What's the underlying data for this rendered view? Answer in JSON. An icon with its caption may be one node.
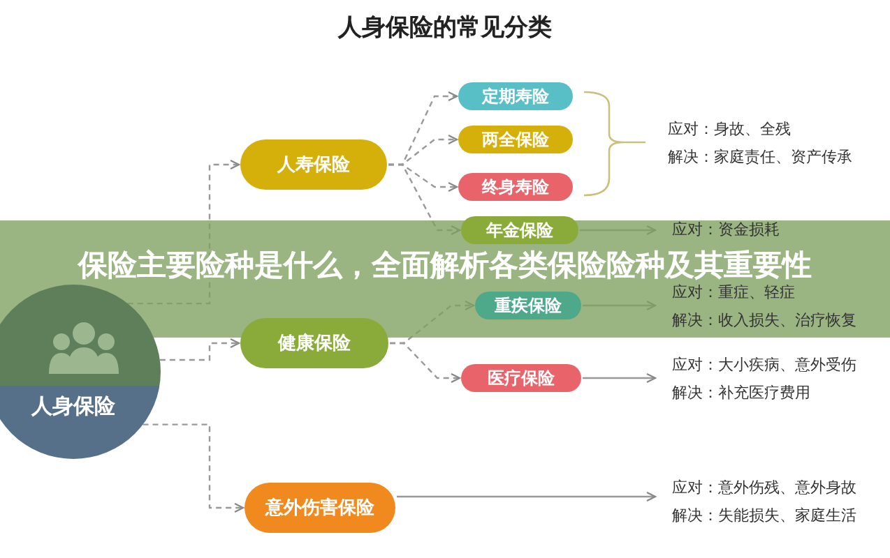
{
  "diagram": {
    "title": "人身保险的常见分类",
    "caption": "保险主要险种是什么，全面解析各类保险险种及其重要性",
    "nodes": [
      {
        "text": [
          "人身保险"
        ]
      },
      {
        "text": [
          "人寿保险"
        ]
      },
      {
        "text": [
          "健康保险"
        ]
      },
      {
        "text": [
          "意外伤害保险"
        ]
      },
      {
        "text": [
          "定期寿险"
        ]
      },
      {
        "text": [
          "两全保险"
        ]
      },
      {
        "text": [
          "终身寿险"
        ]
      },
      {
        "text": [
          "年金保险"
        ]
      },
      {
        "text": [
          "重疾保险"
        ]
      },
      {
        "text": [
          "医疗保险"
        ]
      },
      {
        "text": [
          "应对：身故、全残",
          "解决：家庭责任、资产传承"
        ]
      },
      {
        "text": [
          "应对：资金损耗"
        ]
      },
      {
        "text": [
          "应对：重症、轻症",
          "解决：收入损失、治疗恢复"
        ]
      },
      {
        "text": [
          "应对：大小疾病、意外受伤",
          "解决：补充医疗费用"
        ]
      },
      {
        "text": [
          "应对：意外伤残、意外身故",
          "解决：失能损失、家庭生活"
        ]
      }
    ],
    "edges": [
      {
        "from": 0,
        "to": 1,
        "arrow": "to",
        "style": "dashed"
      },
      {
        "from": 0,
        "to": 2,
        "arrow": "to",
        "style": "dashed"
      },
      {
        "from": 0,
        "to": 3,
        "arrow": "to",
        "style": "dashed"
      },
      {
        "from": 1,
        "to": 4,
        "arrow": "to",
        "style": "dashed"
      },
      {
        "from": 1,
        "to": 5,
        "arrow": "to",
        "style": "dashed"
      },
      {
        "from": 1,
        "to": 6,
        "arrow": "to",
        "style": "dashed"
      },
      {
        "from": 1,
        "to": 7,
        "arrow": "to",
        "style": "dashed"
      },
      {
        "from": 2,
        "to": 8,
        "arrow": "to",
        "style": "dashed"
      },
      {
        "from": 2,
        "to": 9,
        "arrow": "to",
        "style": "dashed"
      },
      {
        "from": 7,
        "to": 11,
        "arrow": "to"
      },
      {
        "from": 8,
        "to": 12,
        "arrow": "to"
      },
      {
        "from": 9,
        "to": 13,
        "arrow": "to"
      },
      {
        "from": 3,
        "to": 14,
        "arrow": "to"
      }
    ]
  }
}
